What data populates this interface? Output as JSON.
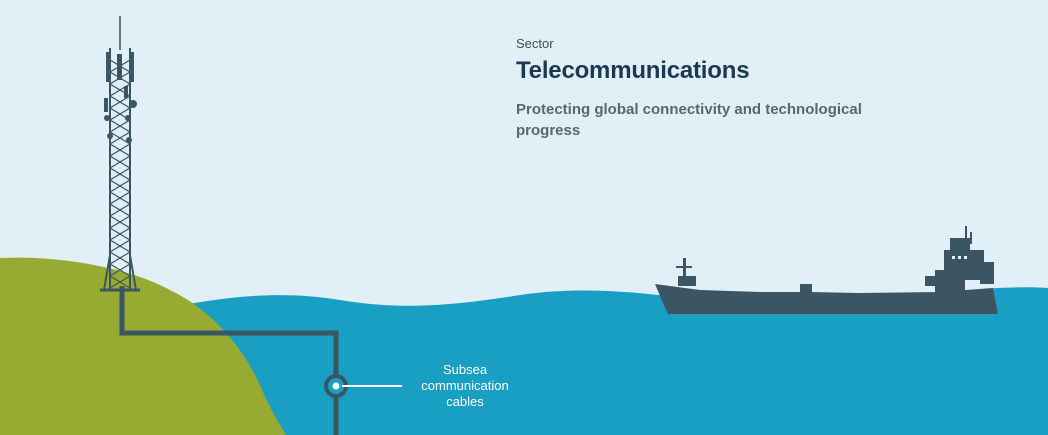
{
  "header": {
    "eyebrow": "Sector",
    "title": "Telecommunications",
    "subtitle": "Protecting global connectivity and technological progress"
  },
  "annotation": {
    "cable_label": "Subsea communication cables"
  },
  "colors": {
    "sky": "#e0f0f6",
    "sea": "#1a9fc4",
    "land": "#97ab32",
    "structure": "#3c5563",
    "title": "#1b3a52",
    "subtitle": "#5c6570"
  },
  "icons": [
    "cell-tower-icon",
    "cargo-ship-icon",
    "cable-node-icon"
  ]
}
